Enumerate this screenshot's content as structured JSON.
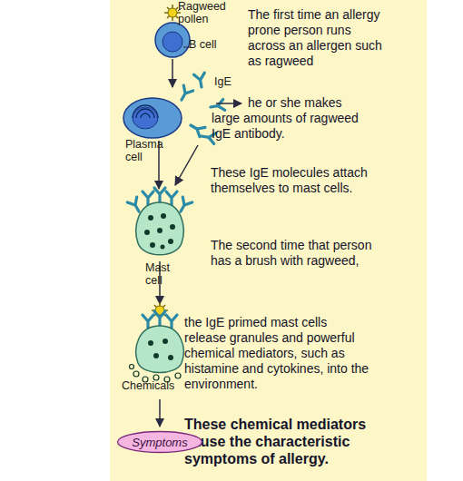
{
  "diagram": {
    "nodes": [
      {
        "text": [
          "Symptoms"
        ]
      }
    ],
    "labels": [
      "Ragweed pollen",
      "The first time an allergy prone person runs across an allergen such as ragweed",
      "B cell",
      "IgE",
      "he or she makes large amounts of ragweed IgE antibody.",
      "Plasma cell",
      "These IgE molecules attach themselves to mast cells.",
      "Mast cell",
      "The second time that person has a brush with ragweed,",
      "the IgE primed mast cells release granules and powerful chemical mediators, such as histamine and cytokines, into the environment.",
      "Chemicals",
      "These chemical mediators cause the characteristic symptoms of allergy."
    ]
  }
}
